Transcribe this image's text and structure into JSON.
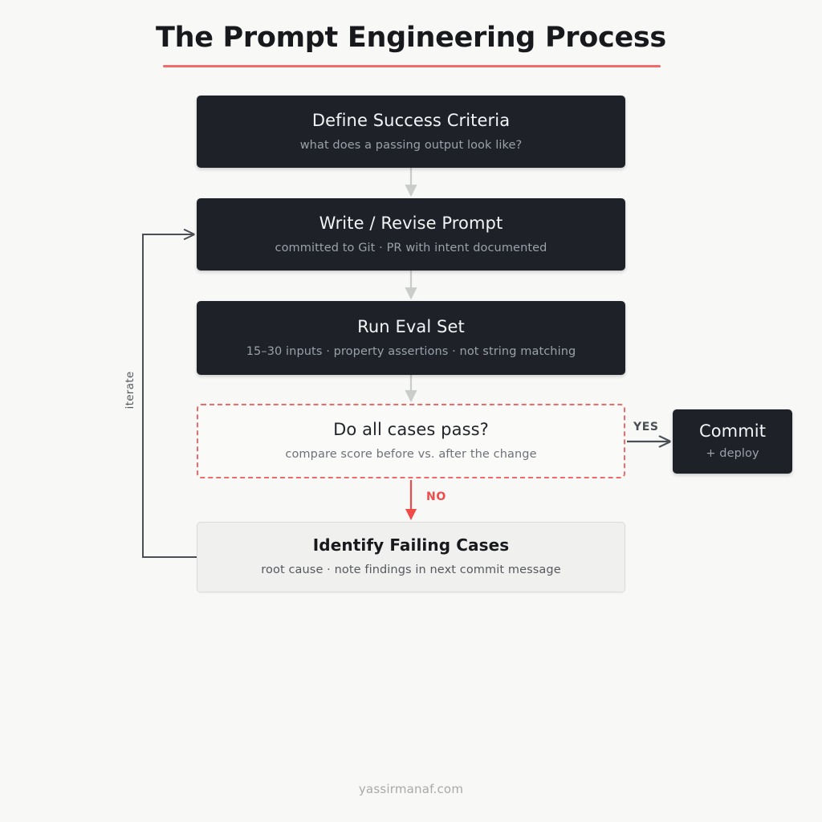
{
  "header": {
    "title": "The Prompt Engineering Process",
    "rule_color": "#ef6b6b"
  },
  "colors": {
    "background": "#f8f8f7",
    "node_dark": "#1e2228",
    "node_light": "#f0f0ef",
    "accent_red": "#ef6b6b",
    "connector_gray": "#6b7078",
    "arrow_light": "#c9cbcd"
  },
  "nodes": {
    "define": {
      "title": "Define Success Criteria",
      "subtitle": "what does a passing output look like?",
      "style": "dark"
    },
    "write": {
      "title": "Write / Revise Prompt",
      "subtitle": "committed to Git · PR with intent documented",
      "style": "dark"
    },
    "eval": {
      "title": "Run Eval Set",
      "subtitle": "15–30 inputs · property assertions · not string matching",
      "style": "dark"
    },
    "decision": {
      "title": "Do all cases pass?",
      "subtitle": "compare score before vs. after the change",
      "style": "decision-dashed-red"
    },
    "identify": {
      "title": "Identify Failing Cases",
      "subtitle": "root cause · note findings in next commit message",
      "style": "light"
    },
    "commit": {
      "title": "Commit",
      "subtitle": "+ deploy",
      "style": "dark"
    }
  },
  "edges": {
    "yes_label": "YES",
    "no_label": "NO",
    "iterate_label": "iterate"
  },
  "footer": {
    "credit": "yassirmanaf.com"
  }
}
